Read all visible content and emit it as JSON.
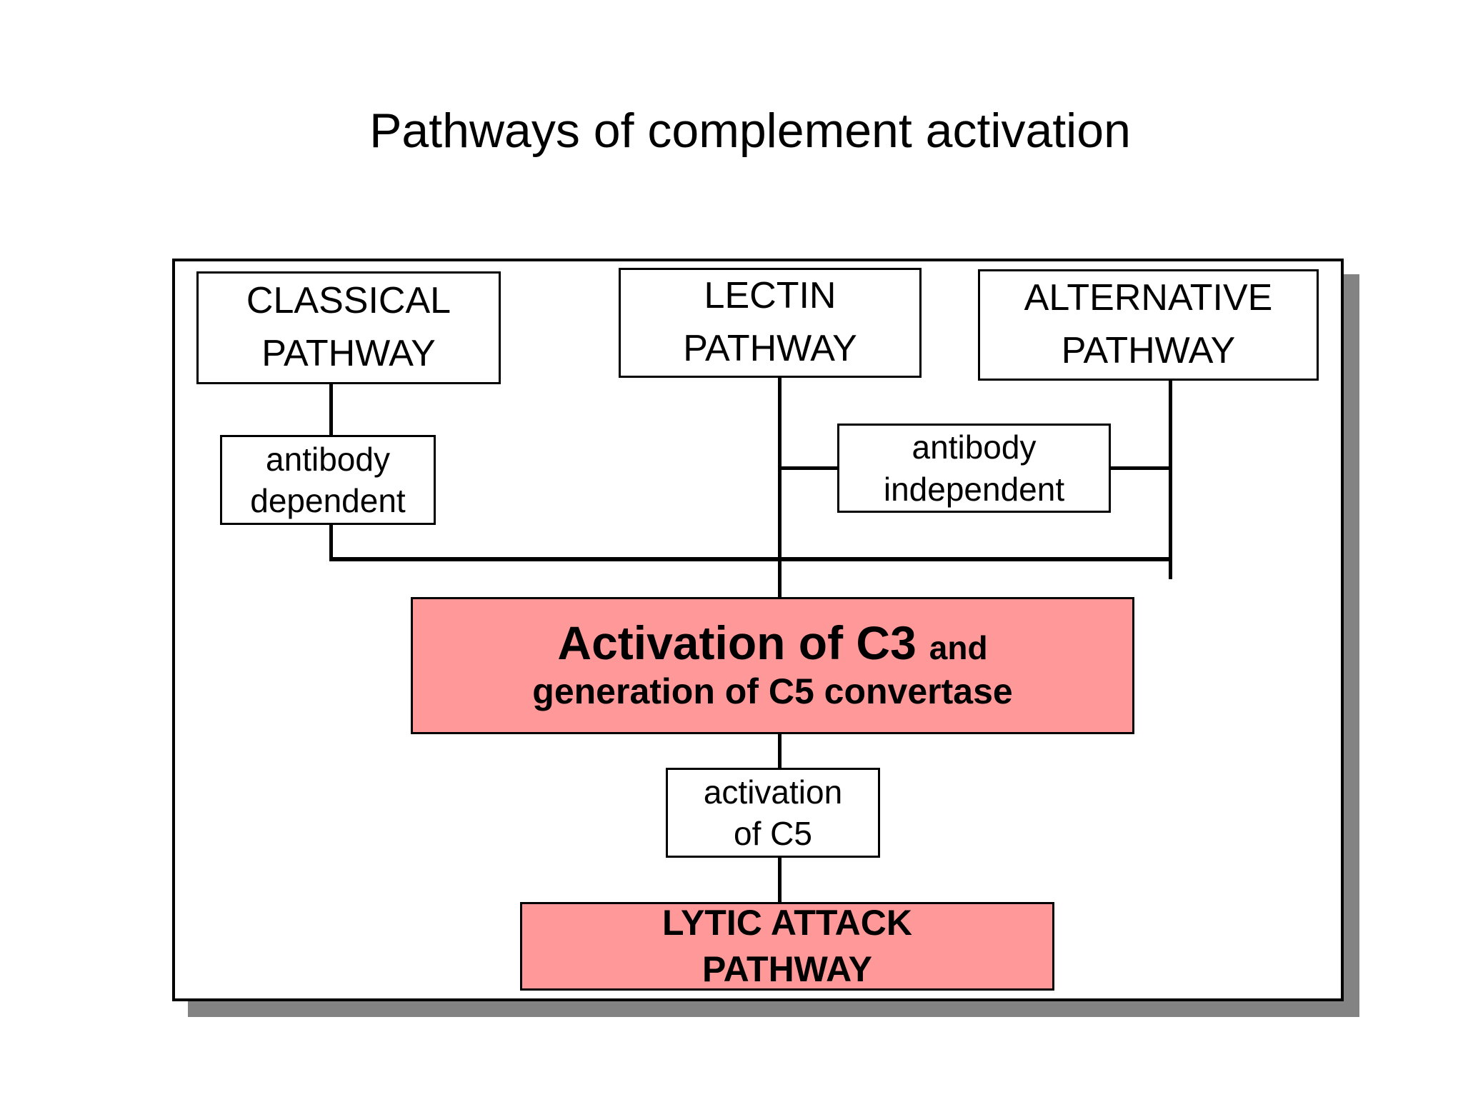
{
  "title": "Pathways of complement activation",
  "colors": {
    "highlight_fill": "#FF9999",
    "box_border": "#000000",
    "panel_shadow": "#838383",
    "background": "#FFFFFF"
  },
  "diagram": {
    "pathway_boxes": [
      {
        "line1": "CLASSICAL",
        "line2": "PATHWAY"
      },
      {
        "line1": "LECTIN",
        "line2": "PATHWAY"
      },
      {
        "line1": "ALTERNATIVE",
        "line2": "PATHWAY"
      }
    ],
    "antibody_dependent": {
      "line1": "antibody",
      "line2": "dependent"
    },
    "antibody_independent": {
      "line1": "antibody",
      "line2": "independent"
    },
    "activation_c3": {
      "heading": "Activation of C3",
      "heading_suffix": "and",
      "subheading": "generation of C5 convertase"
    },
    "activation_c5": {
      "line1": "activation",
      "line2": "of C5"
    },
    "lytic_attack": {
      "line1": "LYTIC ATTACK",
      "line2": "PATHWAY"
    }
  }
}
